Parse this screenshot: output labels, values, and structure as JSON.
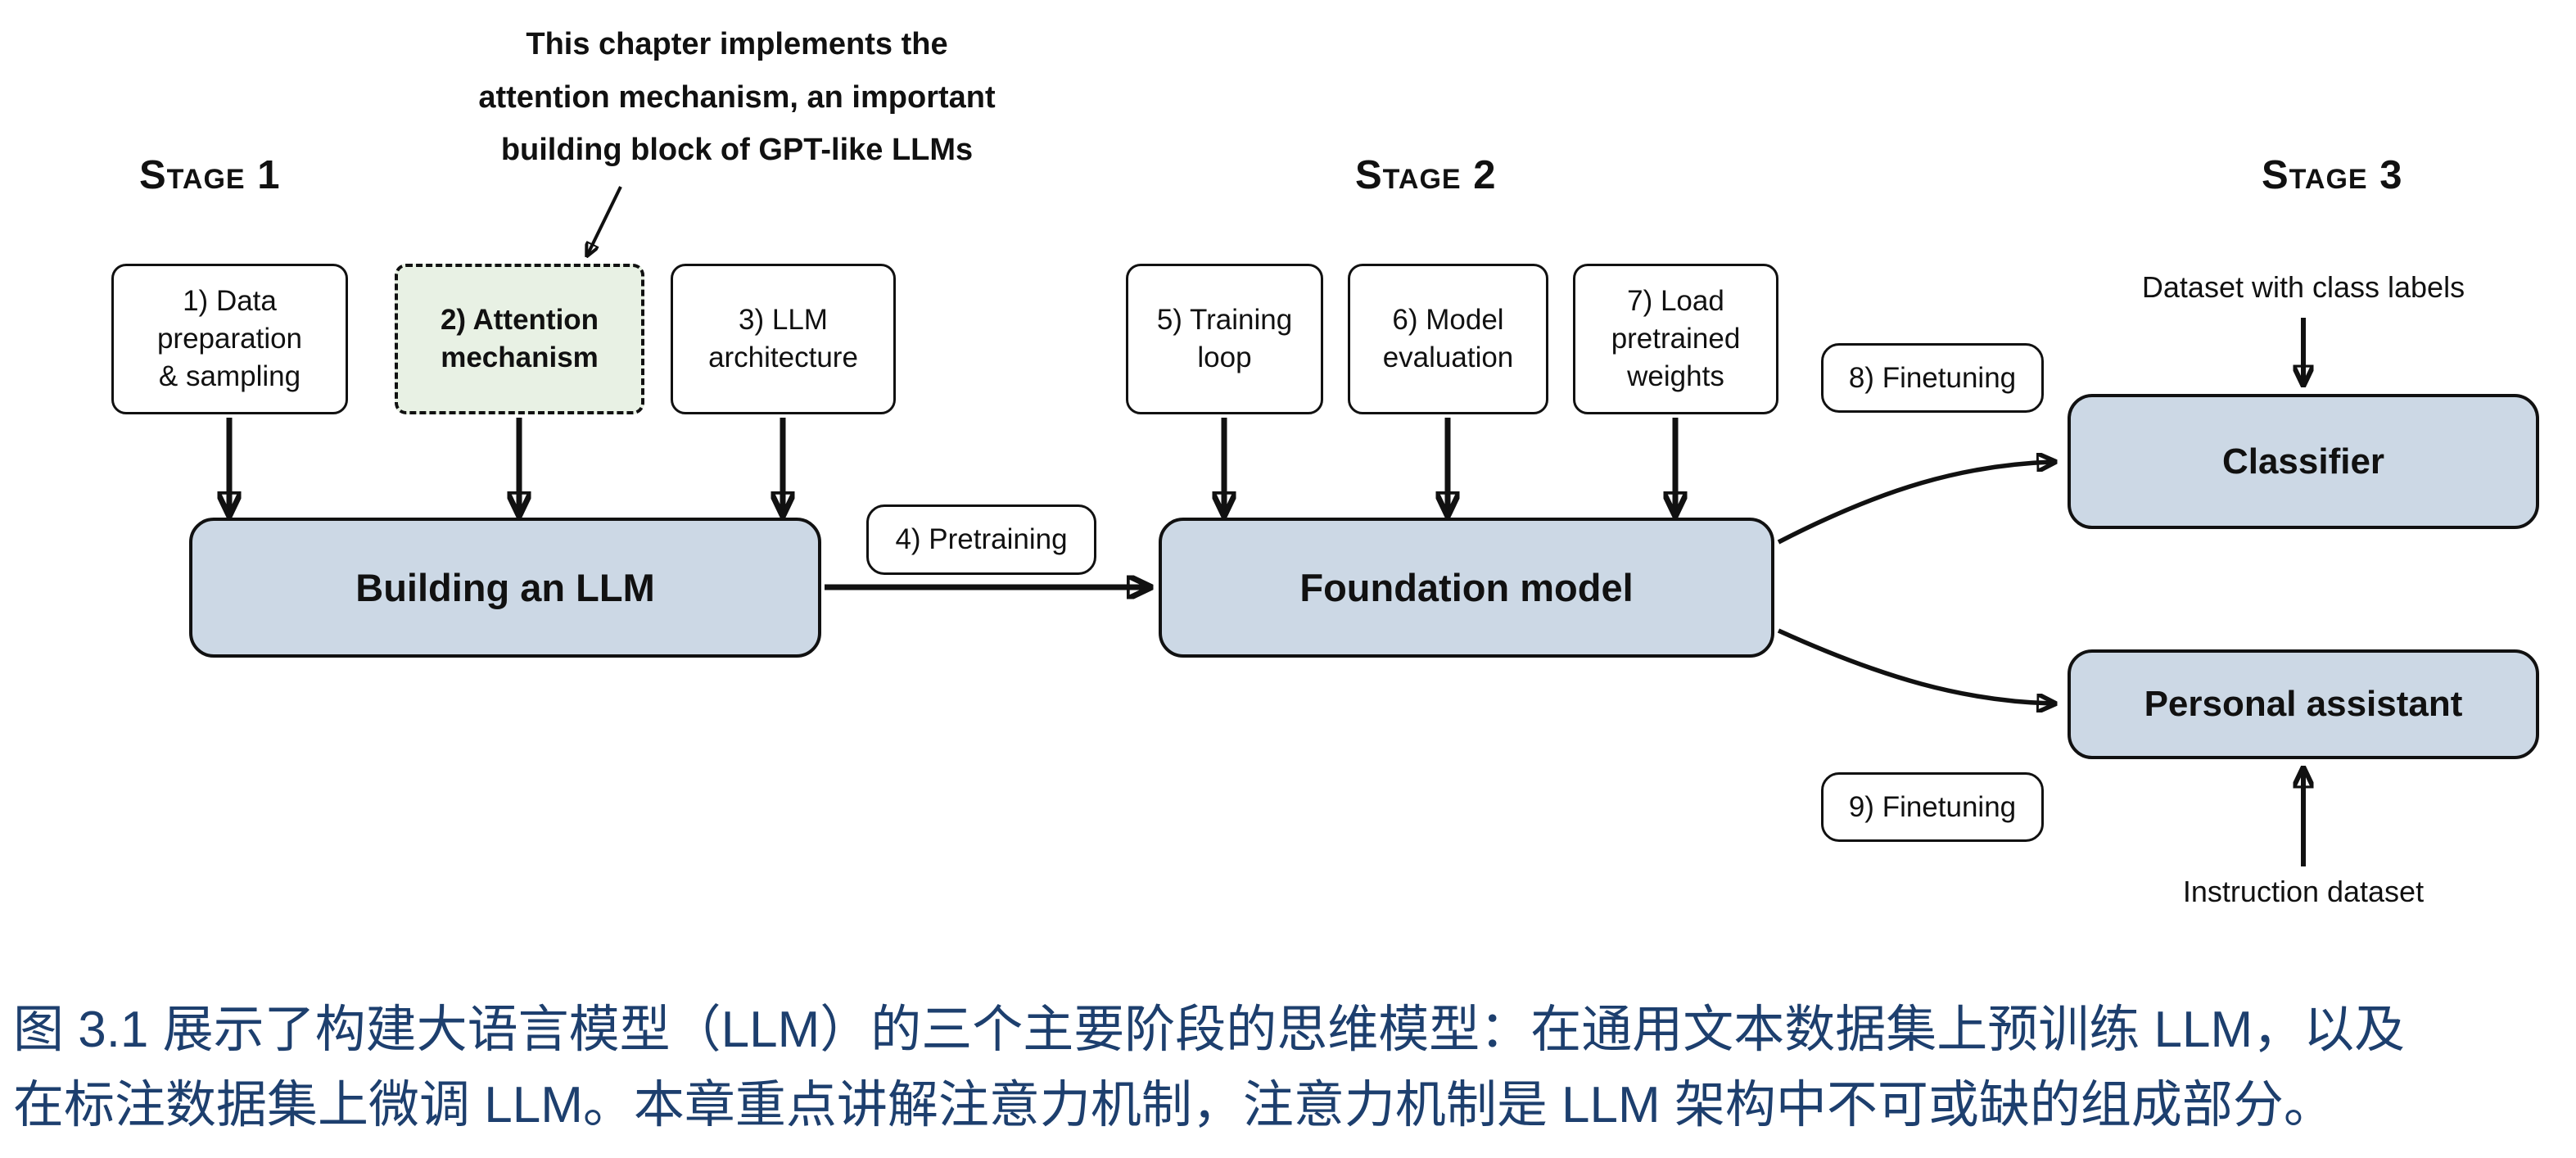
{
  "figure": {
    "annotation": "This chapter implements the\nattention mechanism, an important\nbuilding block of GPT-like LLMs",
    "stage1_label": "Stage 1",
    "stage2_label": "Stage 2",
    "stage3_label": "Stage 3",
    "step1": "1) Data\npreparation\n& sampling",
    "step2": "2) Attention\nmechanism",
    "step3": "3) LLM\narchitecture",
    "step4": "4) Pretraining",
    "step5": "5) Training\nloop",
    "step6": "6) Model\nevaluation",
    "step7": "7) Load\npretrained\nweights",
    "step8": "8) Finetuning",
    "step9": "9) Finetuning",
    "building_llm": "Building an LLM",
    "foundation_model": "Foundation model",
    "classifier": "Classifier",
    "personal_assistant": "Personal assistant",
    "dataset_class_labels": "Dataset with class labels",
    "instruction_dataset": "Instruction dataset"
  },
  "caption": {
    "line1": "图 3.1 展示了构建大语言模型（LLM）的三个主要阶段的思维模型：在通用文本数据集上预训练 LLM，以及",
    "line2": "在标注数据集上微调 LLM。本章重点讲解注意力机制，注意力机制是 LLM 架构中不可或缺的组成部分。"
  },
  "colors": {
    "model_box_fill": "#ccd8e5",
    "attention_box_fill": "#e8f1e4",
    "caption_text": "#1d3f6e",
    "line_color": "#111111"
  }
}
